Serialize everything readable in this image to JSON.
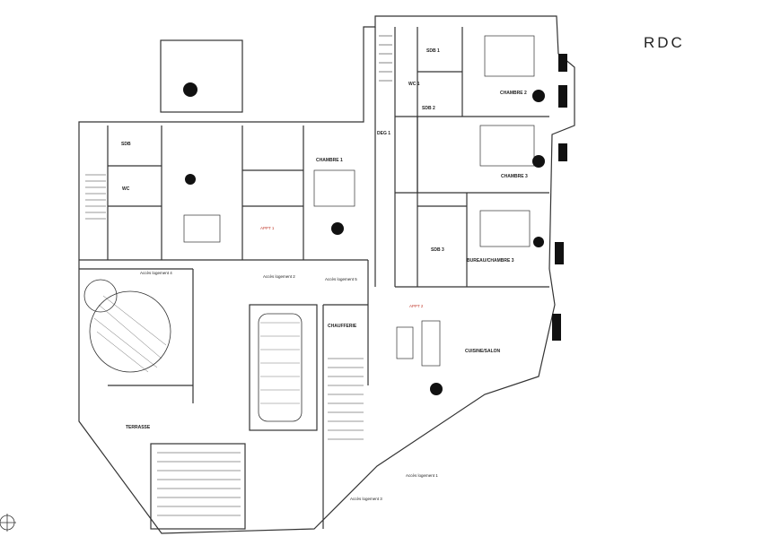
{
  "title": "RDC",
  "rooms": {
    "sdb1": "SDB 1",
    "wc1": "WC 1",
    "chambre2": "CHAMBRE 2",
    "sdb2": "SDB 2",
    "chambre3": "CHAMBRE 3",
    "sdb3": "SDB 3",
    "bureau": "BUREAU/CHAMBRE 3",
    "deg1": "DEG 1",
    "cuisine_salon": "CUISINE/SALON",
    "chaufferie": "CHAUFFERIE",
    "chambre1": "CHAMBRE 1",
    "sdb_wc": "SDB",
    "terrasse": "TERRASSE",
    "wc": "WC"
  },
  "accesses": {
    "logement4": "Accès logement 4",
    "logement2": "Accès logement 2",
    "logement3": "Accès logement 3",
    "logement1": "Accès logement 1",
    "logement5": "Accès logement 5"
  },
  "apartments": {
    "appt1": "APPT 1",
    "appt2": "APPT 2"
  }
}
